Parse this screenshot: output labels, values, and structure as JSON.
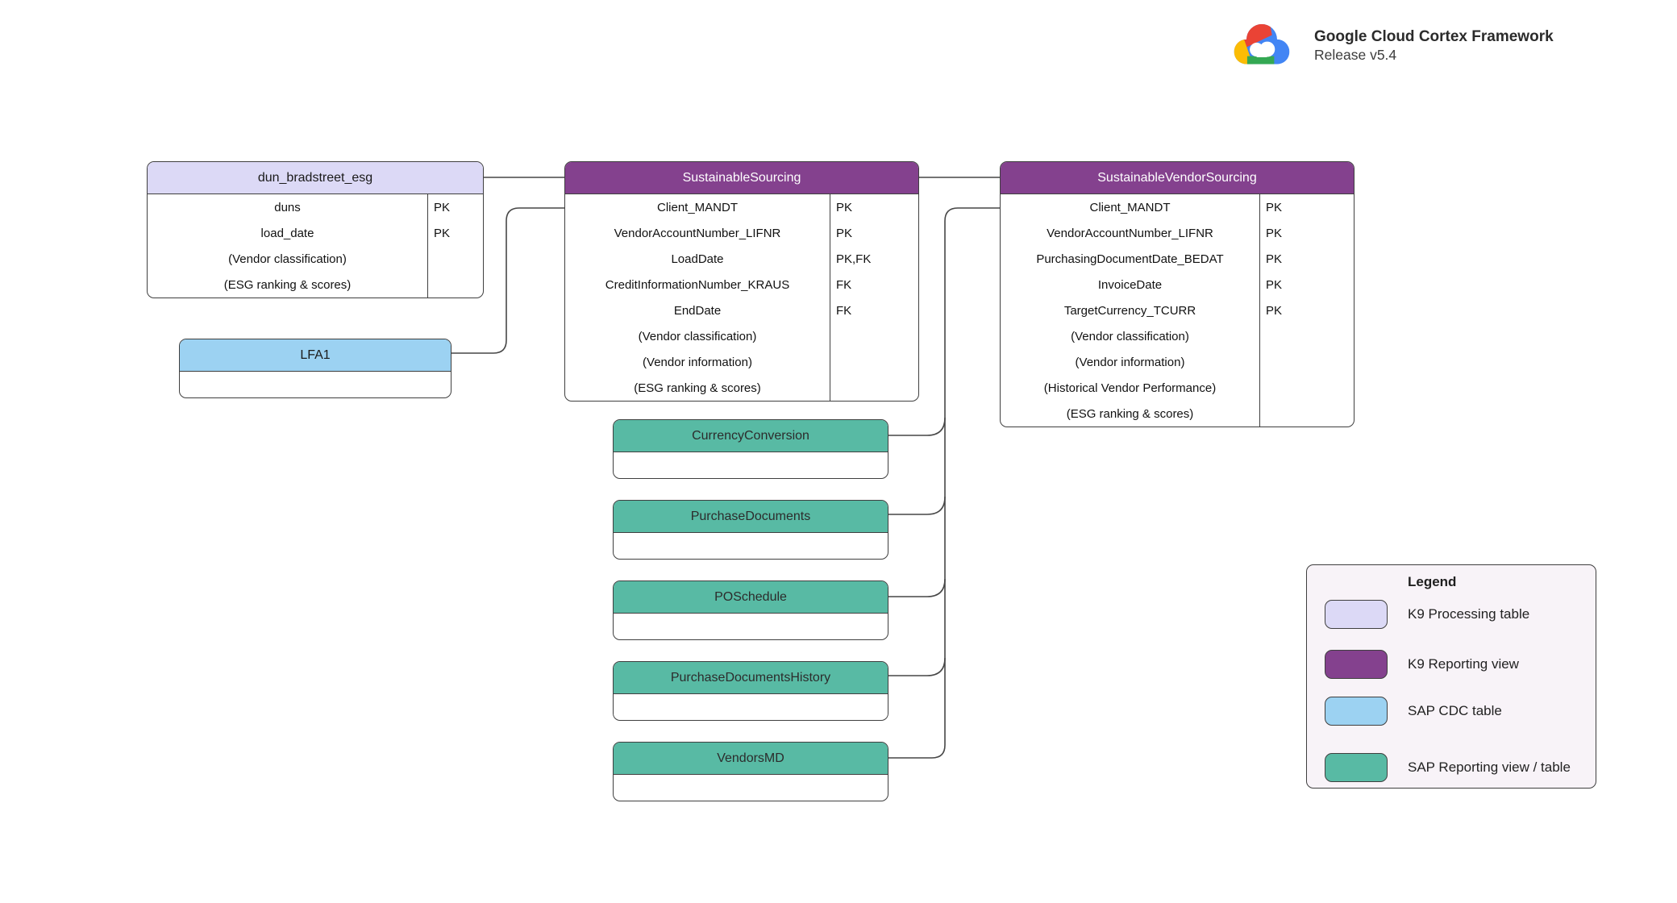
{
  "header": {
    "logo_icon": "google-cloud-logo",
    "title": "Google Cloud Cortex Framework",
    "subtitle": "Release v5.4"
  },
  "colors": {
    "k9_processing": "#dcd9f6",
    "k9_reporting": "#84418e",
    "sap_cdc": "#9cd2f2",
    "sap_reporting_view_table": "#58baa4",
    "legend_background": "#f8f3f8",
    "line": "#474747"
  },
  "tables": [
    {
      "title": "dun_bradstreet_esg",
      "type": "k9_processing",
      "rows": [
        {
          "name": "duns",
          "key": "PK"
        },
        {
          "name": "load_date",
          "key": "PK"
        },
        {
          "name": "(Vendor classification)",
          "key": ""
        },
        {
          "name": "(ESG ranking & scores)",
          "key": ""
        }
      ]
    },
    {
      "title": "SustainableSourcing",
      "type": "k9_reporting",
      "rows": [
        {
          "name": "Client_MANDT",
          "key": "PK"
        },
        {
          "name": "VendorAccountNumber_LIFNR",
          "key": "PK"
        },
        {
          "name": "LoadDate",
          "key": "PK,FK"
        },
        {
          "name": "CreditInformationNumber_KRAUS",
          "key": "FK"
        },
        {
          "name": "EndDate",
          "key": "FK"
        },
        {
          "name": "(Vendor classification)",
          "key": ""
        },
        {
          "name": "(Vendor information)",
          "key": ""
        },
        {
          "name": "(ESG ranking & scores)",
          "key": ""
        }
      ]
    },
    {
      "title": "SustainableVendorSourcing",
      "type": "k9_reporting",
      "rows": [
        {
          "name": "Client_MANDT",
          "key": "PK"
        },
        {
          "name": "VendorAccountNumber_LIFNR",
          "key": "PK"
        },
        {
          "name": "PurchasingDocumentDate_BEDAT",
          "key": "PK"
        },
        {
          "name": "InvoiceDate",
          "key": "PK"
        },
        {
          "name": "TargetCurrency_TCURR",
          "key": "PK"
        },
        {
          "name": "(Vendor classification)",
          "key": ""
        },
        {
          "name": "(Vendor information)",
          "key": ""
        },
        {
          "name": "(Historical Vendor Performance)",
          "key": ""
        },
        {
          "name": "(ESG ranking & scores)",
          "key": ""
        }
      ]
    },
    {
      "title": "LFA1",
      "type": "sap_cdc",
      "rows": []
    },
    {
      "title": "CurrencyConversion",
      "type": "sap_reporting",
      "rows": []
    },
    {
      "title": "PurchaseDocuments",
      "type": "sap_reporting",
      "rows": []
    },
    {
      "title": "POSchedule",
      "type": "sap_reporting",
      "rows": []
    },
    {
      "title": "PurchaseDocumentsHistory",
      "type": "sap_reporting",
      "rows": []
    },
    {
      "title": "VendorsMD",
      "type": "sap_reporting",
      "rows": []
    }
  ],
  "legend": {
    "title": "Legend",
    "items": [
      {
        "swatch": "k9-processing-swatch",
        "label": "K9 Processing table"
      },
      {
        "swatch": "k9-reporting-swatch",
        "label": "K9 Reporting view"
      },
      {
        "swatch": "sap-cdc-swatch",
        "label": "SAP CDC table"
      },
      {
        "swatch": "sap-reporting-swatch",
        "label": "SAP Reporting view / table"
      }
    ]
  }
}
